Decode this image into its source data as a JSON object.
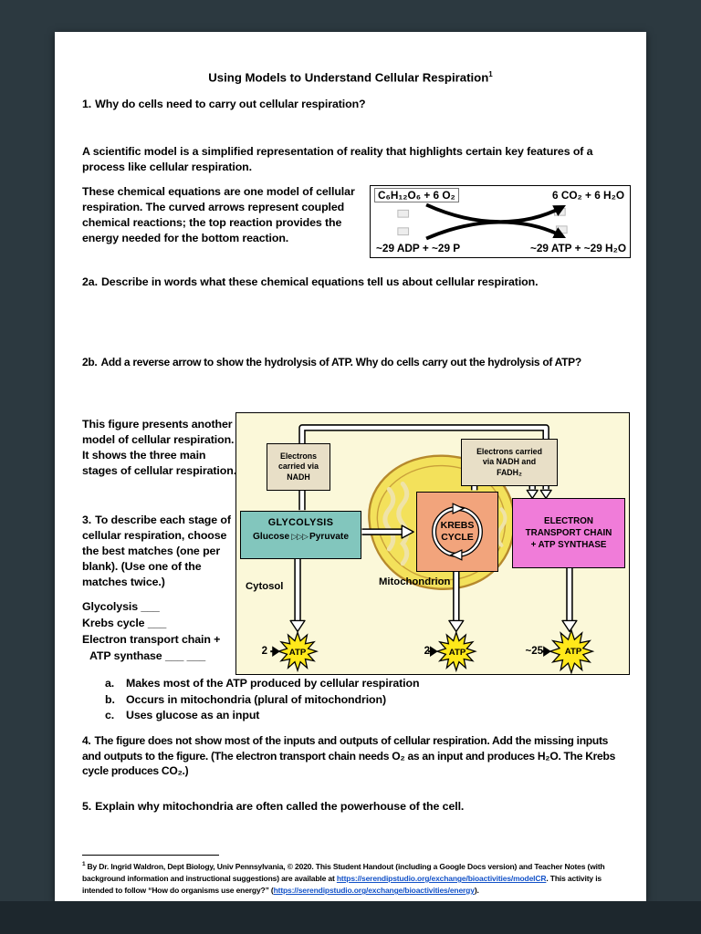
{
  "colors": {
    "viewer_background": "#2c3940",
    "page_background": "#ffffff",
    "figure_background": "#FBF8D9",
    "glycolysis_box": "#82C6BD",
    "krebs_box": "#F2A47C",
    "etc_box": "#F07CD9",
    "electron_label_box": "#E8DFC7",
    "mitochondrion_fill": "#F3E15B",
    "mitochondrion_outline": "#B6892C",
    "atp_star": "#FFE81A",
    "link_color": "#1352C8"
  },
  "doc": {
    "title": {
      "text": "Using Models to Understand Cellular Respiration",
      "sup": "1"
    },
    "q1": {
      "num": "1.",
      "text": "Why do cells need to carry out cellular respiration?"
    },
    "intro": "A scientific model is a simplified representation of reality that highlights certain key features of a process like cellular respiration.",
    "model_para": "These chemical equations are one model of cellular respiration. The curved arrows represent coupled chemical reactions; the top reaction provides the energy needed for the bottom reaction.",
    "equations": {
      "top_left": "C₆H₁₂O₆ + 6 O₂",
      "top_right": "6 CO₂ + 6 H₂O",
      "bottom_left": "~29 ADP + ~29 P",
      "bottom_right": "~29 ATP + ~29 H₂O"
    },
    "q2a": {
      "num": "2a.",
      "text": "Describe in words what these chemical equations tell us about cellular respiration."
    },
    "q2b": {
      "num": "2b.",
      "text": "Add a reverse arrow to show the hydrolysis of ATP. Why do cells carry out the hydrolysis of ATP?"
    },
    "figure_intro": "This figure presents another model of cellular respiration. It shows the three main stages of cellular respiration.",
    "q3": {
      "num": "3.",
      "text": "To describe each stage of cellular respiration, choose the best matches (one per blank). (Use one of the matches twice.)"
    },
    "matching": {
      "glycolysis": "Glycolysis ___",
      "krebs": "Krebs cycle ___",
      "etc_line1": "Electron transport chain +",
      "etc_line2": "ATP synthase ___  ___"
    },
    "choices": [
      {
        "letter": "a.",
        "text": "Makes most of the ATP produced by cellular respiration"
      },
      {
        "letter": "b.",
        "text": "Occurs in mitochondria (plural of mitochondrion)"
      },
      {
        "letter": "c.",
        "text": "Uses glucose as an input"
      }
    ],
    "q4": {
      "num": "4.",
      "text": "The figure does not show most of the inputs and outputs of cellular respiration. Add the missing inputs and outputs to the figure. (The electron transport chain needs O₂ as an input and produces H₂O. The Krebs cycle produces CO₂.)"
    },
    "q5": {
      "num": "5.",
      "text": "Explain why mitochondria are often called the powerhouse of the cell."
    },
    "footnote": {
      "marker": "1",
      "part1": "By Dr. Ingrid Waldron, Dept Biology, Univ Pennsylvania, © 2020. This Student Handout (including a Google Docs version) and Teacher Notes (with background information and instructional suggestions) are available at ",
      "link1": "https://serendipstudio.org/exchange/bioactivities/modelCR",
      "part2": ". This activity is intended to follow “How do organisms use energy?” (",
      "link2": "https://serendipstudio.org/exchange/bioactivities/energy",
      "part3": ")."
    }
  },
  "figure": {
    "electrons_nadh": {
      "line1": "Electrons",
      "line2": "carried via",
      "line3": "NADH"
    },
    "electrons_fadh": {
      "line1": "Electrons carried",
      "line2": "via NADH and",
      "line3": "FADH₂"
    },
    "glycolysis": {
      "title": "GLYCOLYSIS",
      "input": "Glucose",
      "arrows": "▷▷▷",
      "output": "Pyruvate"
    },
    "krebs": {
      "line1": "KREBS",
      "line2": "CYCLE"
    },
    "etc": {
      "line1": "ELECTRON",
      "line2": "TRANSPORT CHAIN",
      "line3": "+ ATP SYNTHASE"
    },
    "cytosol": "Cytosol",
    "mitochondrion": "Mitochondrion",
    "atp_outputs": [
      {
        "count": "2",
        "label": "ATP"
      },
      {
        "count": "2",
        "label": "ATP"
      },
      {
        "count": "~25",
        "label": "ATP"
      }
    ]
  }
}
